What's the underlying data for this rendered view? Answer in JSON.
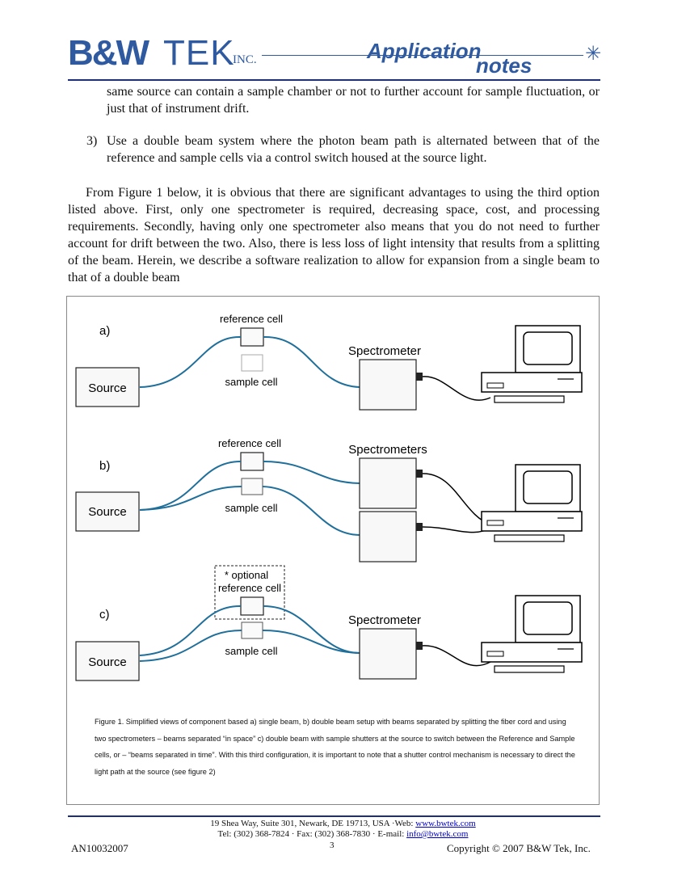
{
  "header": {
    "logo_bw": "B&W",
    "logo_tek": "TEK",
    "logo_inc": "INC.",
    "notes_line1": "Application",
    "notes_line2": "notes"
  },
  "body": {
    "p1": "same source can contain a sample chamber or not to further account for sample fluctuation, or just that of instrument drift.",
    "p2_num": "3)",
    "p2": "Use a double beam system where the photon beam path is alternated between that of the reference and sample cells via a control switch housed at the source light.",
    "p3": "From Figure 1 below, it is obvious that there are significant advantages to using the third option listed above.   First, only one spectrometer is required, decreasing space, cost, and processing requirements.   Secondly, having only one spectrometer also means that you do not need to further account for drift between the two.   Also, there is less loss of light intensity that results from a splitting of the beam.  Herein, we describe a software realization to allow for expansion from a single beam to that of a double beam"
  },
  "figure": {
    "panel_a": {
      "letter": "a)",
      "source": "Source",
      "reference": "reference cell",
      "sample": "sample cell",
      "spectrometer": "Spectrometer"
    },
    "panel_b": {
      "letter": "b)",
      "source": "Source",
      "reference": "reference cell",
      "sample": "sample cell",
      "spectrometer": "Spectrometers"
    },
    "panel_c": {
      "letter": "c)",
      "source": "Source",
      "optional1": "* optional",
      "optional2": "reference cell",
      "sample": "sample cell",
      "spectrometer": "Spectrometer"
    },
    "caption": "Figure 1.   Simplified views of component based a) single beam, b) double beam setup with beams separated by splitting the fiber cord and using two spectrometers – beams separated “in space”   c) double beam with sample shutters at the source to switch between the Reference and Sample cells, or – “beams separated in time”.   With this third configuration, it is important to note that a shutter control mechanism is necessary to direct the light path at the source (see figure 2)"
  },
  "footer": {
    "address": "19 Shea Way, Suite 301, Newark, DE 19713, USA ·Web: ",
    "web": "www.bwtek.com",
    "phone": "Tel: (302) 368-7824 · Fax: (302) 368-7830 · E-mail: ",
    "email": "info@bwtek.com",
    "doc_number": "AN10032007",
    "page_number": "3",
    "copyright": "Copyright © 2007 B&W Tek, Inc."
  },
  "colors": {
    "brand_blue": "#2f5aa0",
    "fiber_blue": "#1f6f9a",
    "rule_navy": "#1d2f7a"
  }
}
